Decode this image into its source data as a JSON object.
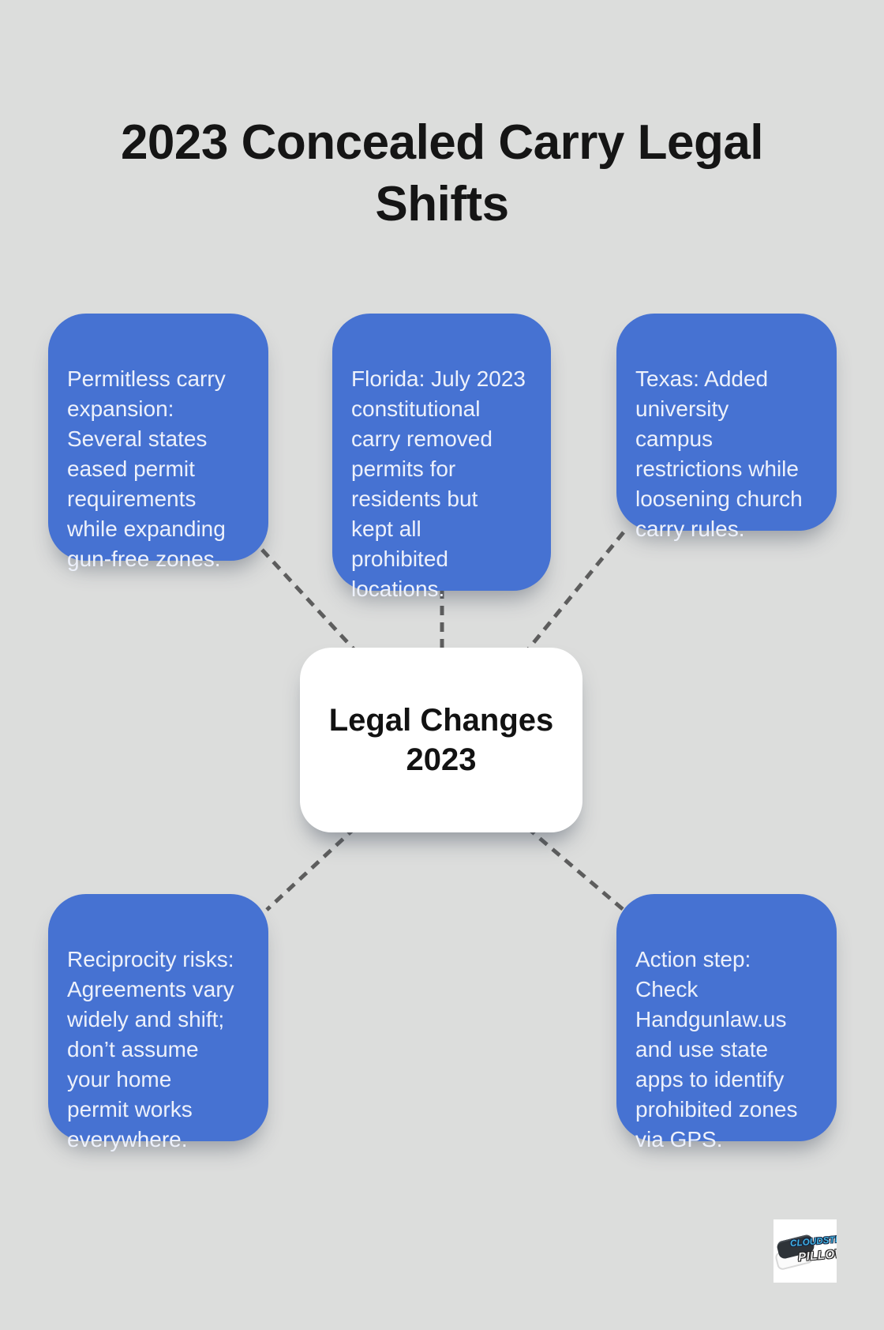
{
  "title": "2023 Concealed Carry Legal Shifts",
  "center_node": {
    "label": "Legal Changes 2023"
  },
  "nodes": [
    {
      "id": "permitless-carry-expansion",
      "text": "Permitless carry\nexpansion:\nSeveral states\neased permit\nrequirements\nwhile expanding\ngun-free zones."
    },
    {
      "id": "florida-constitutional-carry",
      "text": "Florida: July 2023\nconstitutional\ncarry removed\npermits for\nresidents but\nkept all\nprohibited\nlocations."
    },
    {
      "id": "texas-campus-church",
      "text": "Texas: Added\nuniversity\ncampus\nrestrictions while\nloosening church\ncarry rules."
    },
    {
      "id": "reciprocity-risks",
      "text": "Reciprocity risks:\nAgreements vary\nwidely and shift;\ndon’t assume\nyour home\npermit works\neverywhere."
    },
    {
      "id": "action-step",
      "text": "Action step:\nCheck\nHandgunlaw.us\nand use state\napps to identify\nprohibited zones\nvia GPS."
    }
  ],
  "logo": {
    "brand_top": "CLOUDSTER",
    "brand_bottom": "PILLOW"
  },
  "colors": {
    "background": "#dcdddc",
    "node_blue": "#4672d2",
    "node_text": "#edf1fb",
    "center_bg": "#ffffff",
    "center_text": "#121212",
    "connector": "#5d5d5d",
    "title_text": "#151515",
    "logo_blue": "#41b3e6"
  }
}
